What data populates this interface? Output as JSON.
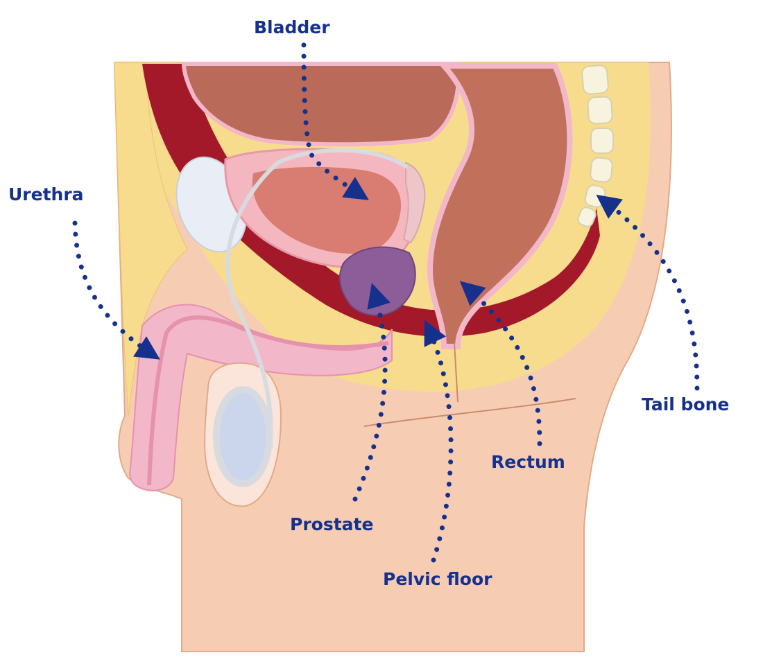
{
  "colors": {
    "label": "#16318c",
    "skin": "#f6cdb3",
    "skin_dark": "#e9b394",
    "fat": "#f7dc8d",
    "muscle": "#a3192a",
    "bladder_wall": "#f5b7bf",
    "bladder_inner": "#d97d72",
    "organ_brown": "#b96a58",
    "prostate": "#8d5d99",
    "testis": "#cbd5ec",
    "pink": "#f2b7c8",
    "bone": "#f7f3df",
    "catheter": "#d7dbe0"
  },
  "labels": {
    "bladder": "Bladder",
    "urethra": "Urethra",
    "tail_bone": "Tail bone",
    "rectum": "Rectum",
    "prostate": "Prostate",
    "pelvic_floor": "Pelvic floor"
  }
}
